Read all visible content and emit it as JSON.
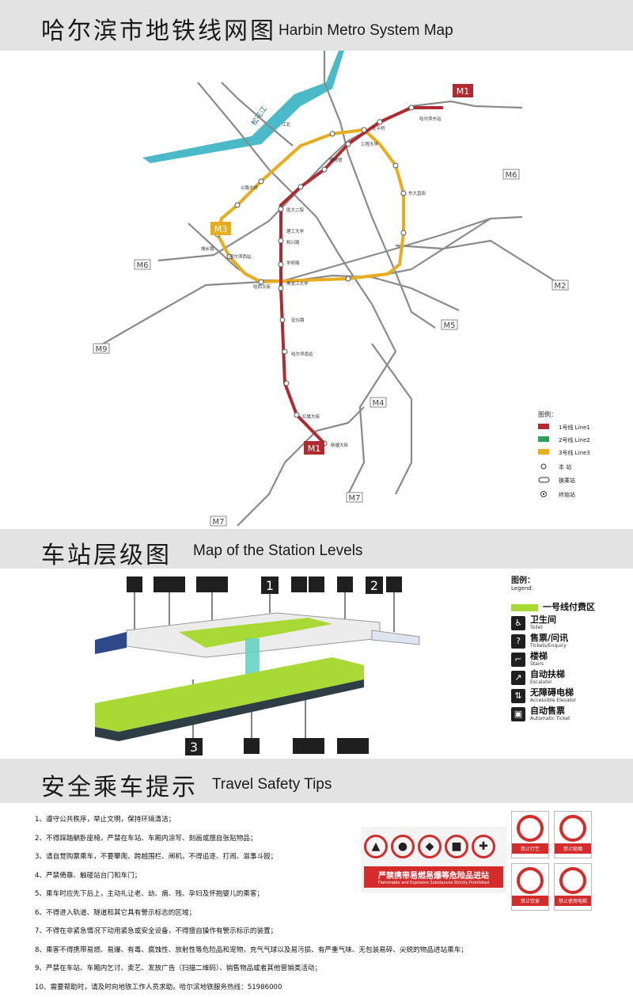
{
  "header": {
    "title_zh": "哈尔滨市地铁线网图",
    "title_en": "Harbin Metro System Map"
  },
  "map": {
    "line_labels": [
      "M1",
      "M1",
      "M3",
      "M6",
      "M6",
      "M2",
      "M5",
      "M9",
      "M4",
      "M7",
      "M7"
    ],
    "river": "松花江",
    "stations": {
      "harbin_south": "哈尔滨南站",
      "harbin_west": "哈尔滨西站",
      "harbin_east": "哈尔滨东站",
      "taiping_bridge": "太平桥",
      "boxwu": "博物馆",
      "gongda": "工程大学",
      "yida": "医大二院",
      "xuefu": "学府路",
      "hexing": "和兴路",
      "heida": "黑龙江大学",
      "ligong": "理工大学",
      "yingbin": "征仪路",
      "hongqi": "红旗大街",
      "xinjiang": "新疆大街",
      "gonglu": "公路大桥",
      "chengxiang": "城乡路",
      "haxi": "哈西大街",
      "jiangbei": "江北",
      "dongda": "东大直街"
    },
    "legend_title": "图例：",
    "legend": [
      {
        "label": "1号线  Line1",
        "color": "#b02a2f"
      },
      {
        "label": "2号线  Line2",
        "color": "#2aa356"
      },
      {
        "label": "3号线  Line3",
        "color": "#e8ad1d"
      },
      {
        "label": "本  站"
      },
      {
        "label": "换乘站"
      },
      {
        "label": "终始站"
      }
    ]
  },
  "station_levels": {
    "title_zh": "车站层级图",
    "title_en": "Map of the Station Levels",
    "callout_numbers": [
      "1",
      "2",
      "3"
    ],
    "legend_title": "图例：",
    "legend_title_en": "Legend:",
    "legend": [
      {
        "zh": "一号线付费区",
        "en": ""
      },
      {
        "zh": "卫生间",
        "en": "Toilet"
      },
      {
        "zh": "售票/问讯",
        "en": "Tickets/Enquiry"
      },
      {
        "zh": "楼梯",
        "en": "Stairs"
      },
      {
        "zh": "自动扶梯",
        "en": "Escalator"
      },
      {
        "zh": "无障碍电梯",
        "en": "Accessible Elevator"
      },
      {
        "zh": "自动售票",
        "en": "Automatic Ticket"
      }
    ]
  },
  "safety": {
    "title_zh": "安全乘车提示",
    "title_en": "Travel Safety Tips",
    "tips": [
      "1、遵守公共秩序，举止文明，保持环境清洁；",
      "2、不得踩踏躺卧座椅，严禁在车站、车厢内涂写、刻画或擅自张贴物品；",
      "3、请自觉购票乘车，不要攀爬、跨越围栏、闸机，不得追逐、打闹、滋事斗殴；",
      "4、严禁倚靠、触碰站台门和车门；",
      "5、乘车时应先下后上，主动礼让老、幼、病、残、孕妇及怀抱婴儿的乘客；",
      "6、不得进入轨道、隧道和其它具有警示标志的区域；",
      "7、不得在非紧急情况下动用紧急或安全设备，不得擅自操作有警示标示的装置；",
      "8、乘客不得携带易燃、易爆、有毒、腐蚀性、放射性等危险品和宠物，充气气球以及易污损、有严重气味、无包装易碎、尖锐的物品进站乘车；",
      "9、严禁在车站、车厢内乞讨、卖艺、发放广告（扫描二维码）、销售物品或者其他营销类活动；",
      "10、需要帮助时，请及时向地铁工作人员求助。哈尔滨地铁服务热线：51986000"
    ],
    "hazard_banner_zh": "严禁携带易燃易爆等危险品进站",
    "hazard_banner_en": "Flammable and Explosive Substances Strictly Prohibited",
    "signs": [
      "禁止行乞",
      "禁止吸烟",
      "禁止饮食",
      "禁止使用电梯"
    ]
  },
  "colors": {
    "line1": "#b02a2f",
    "line3": "#e8ad1d",
    "river": "#4ab9c8",
    "gray_line": "#8a8a8a",
    "paid_area": "#a9d935",
    "prohibit_red": "#d42b2b"
  }
}
